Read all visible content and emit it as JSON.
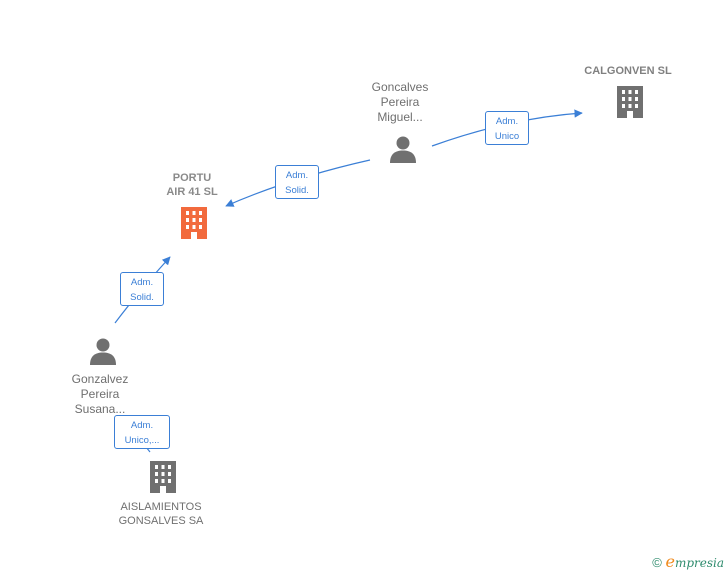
{
  "nodes": {
    "portu": {
      "line1": "PORTU",
      "line2": "AIR 41 SL",
      "type": "company",
      "color": "#f26a3d"
    },
    "calgonven": {
      "name": "CALGONVEN SL",
      "type": "company",
      "color": "#707070"
    },
    "goncalves": {
      "line1": "Goncalves",
      "line2": "Pereira",
      "line3": "Miguel...",
      "type": "person",
      "color": "#707070"
    },
    "gonzalvez": {
      "line1": "Gonzalvez",
      "line2": "Pereira",
      "line3": "Susana...",
      "type": "person",
      "color": "#707070"
    },
    "aislamientos": {
      "line1": "AISLAMIENTOS",
      "line2": "GONSALVES SA",
      "type": "company",
      "color": "#707070"
    }
  },
  "edges": {
    "goncalves_calgonven": {
      "line1": "Adm.",
      "line2": "Unico"
    },
    "goncalves_portu": {
      "line1": "Adm.",
      "line2": "Solid."
    },
    "gonzalvez_portu": {
      "line1": "Adm.",
      "line2": "Solid."
    },
    "gonzalvez_aislamientos": {
      "line1": "Adm.",
      "line2": "Unico,..."
    }
  },
  "colors": {
    "edge": "#3b7fd6",
    "focus_company": "#f26a3d",
    "company": "#707070",
    "person": "#707070"
  },
  "footer": {
    "copyright": "©",
    "brand_e": "e",
    "brand_rest": "mpresia"
  }
}
